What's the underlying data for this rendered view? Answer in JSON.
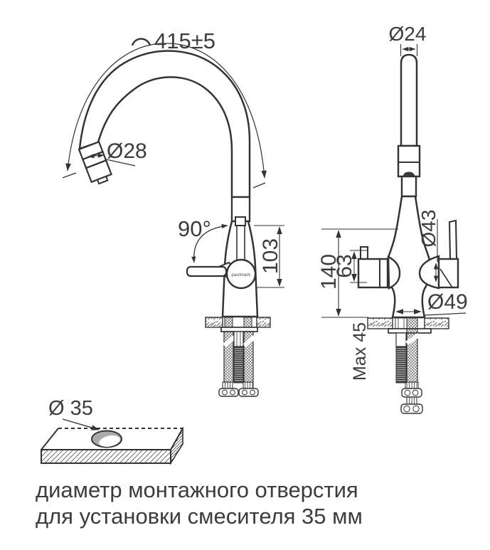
{
  "colors": {
    "line": "#333333",
    "text": "#3c3c3c",
    "hole_fill": "#ababab",
    "background": "#ffffff"
  },
  "side_view": {
    "arc_length_label": "415±5",
    "tip_diameter_label": "Ø28",
    "handle_rotation_label": "90°",
    "body_height_label": "103",
    "brand_label": "paulmark"
  },
  "front_view": {
    "top_diameter_label": "Ø24",
    "joint_diameter_label": "Ø43",
    "filter_block_height_label": "63",
    "height_label": "140",
    "base_diameter_label": "Ø49",
    "max_counter_label": "Max 45"
  },
  "hole_view": {
    "hole_diameter_label": "Ø 35"
  },
  "caption": {
    "line1": "диаметр монтажного отверстия",
    "line2": "для установки смесителя 35 мм"
  }
}
